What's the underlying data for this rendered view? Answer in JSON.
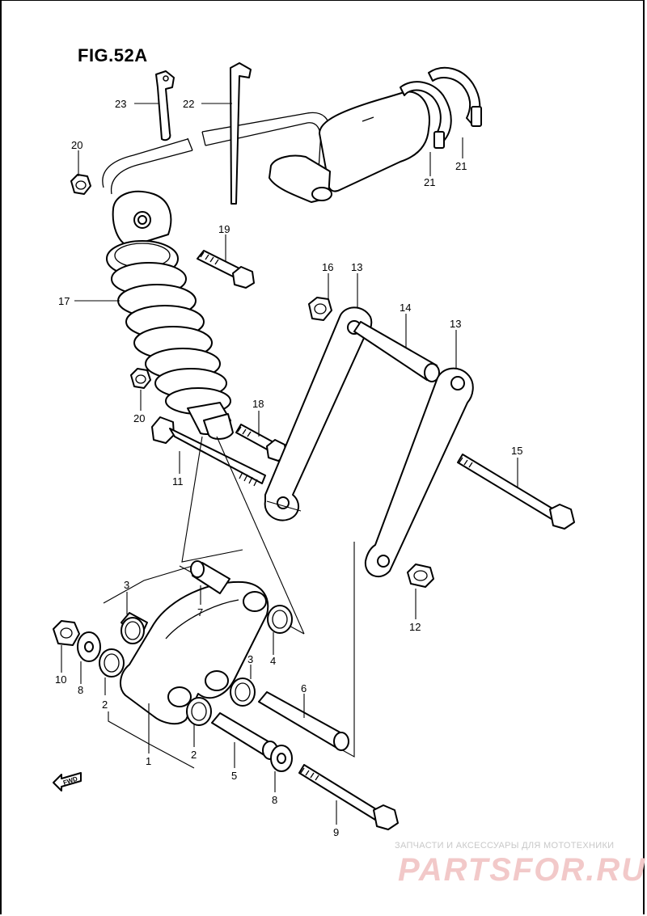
{
  "figure": {
    "title": "FIG.52A",
    "fwd_label": "FWD"
  },
  "watermark": {
    "caption": "ЗАПЧАСТИ И АКСЕССУАРЫ ДЛЯ МОТОТЕХНИКИ",
    "logo": "PARTSFOR.RU"
  },
  "callouts": [
    {
      "id": "c23",
      "label": "23"
    },
    {
      "id": "c22",
      "label": "22"
    },
    {
      "id": "c20a",
      "label": "20"
    },
    {
      "id": "c19",
      "label": "19"
    },
    {
      "id": "c17",
      "label": "17"
    },
    {
      "id": "c20b",
      "label": "20"
    },
    {
      "id": "c16",
      "label": "16"
    },
    {
      "id": "c13a",
      "label": "13"
    },
    {
      "id": "c14",
      "label": "14"
    },
    {
      "id": "c13b",
      "label": "13"
    },
    {
      "id": "c18",
      "label": "18"
    },
    {
      "id": "c11",
      "label": "11"
    },
    {
      "id": "c15",
      "label": "15"
    },
    {
      "id": "c21a",
      "label": "21"
    },
    {
      "id": "c21b",
      "label": "21"
    },
    {
      "id": "c3a",
      "label": "3"
    },
    {
      "id": "c7",
      "label": "7"
    },
    {
      "id": "c4",
      "label": "4"
    },
    {
      "id": "c12",
      "label": "12"
    },
    {
      "id": "c10",
      "label": "10"
    },
    {
      "id": "c8a",
      "label": "8"
    },
    {
      "id": "c2a",
      "label": "2"
    },
    {
      "id": "c3b",
      "label": "3"
    },
    {
      "id": "c6",
      "label": "6"
    },
    {
      "id": "c1",
      "label": "1"
    },
    {
      "id": "c2b",
      "label": "2"
    },
    {
      "id": "c5",
      "label": "5"
    },
    {
      "id": "c8b",
      "label": "8"
    },
    {
      "id": "c9",
      "label": "9"
    }
  ]
}
